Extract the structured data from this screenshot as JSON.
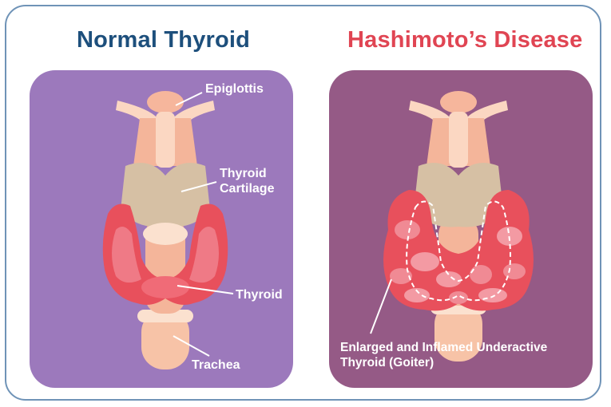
{
  "colors": {
    "frame_border": "#6f93b7",
    "normal_title": "#1d4f7c",
    "disease_title": "#e04553",
    "normal_panel": "#9c79bc",
    "disease_panel": "#955a86",
    "thyroid": "#e8505c",
    "cartilage": "#d6c0a4",
    "trachea": "#f4b59a"
  },
  "normal": {
    "title": "Normal Thyroid",
    "labels": {
      "epiglottis": "Epiglottis",
      "thyroid_cartilage": "Thyroid Cartilage",
      "thyroid": "Thyroid",
      "trachea": "Trachea"
    }
  },
  "disease": {
    "title": "Hashimoto’s Disease",
    "labels": {
      "goiter": "Enlarged and Inflamed Underactive Thyroid (Goiter)"
    }
  }
}
